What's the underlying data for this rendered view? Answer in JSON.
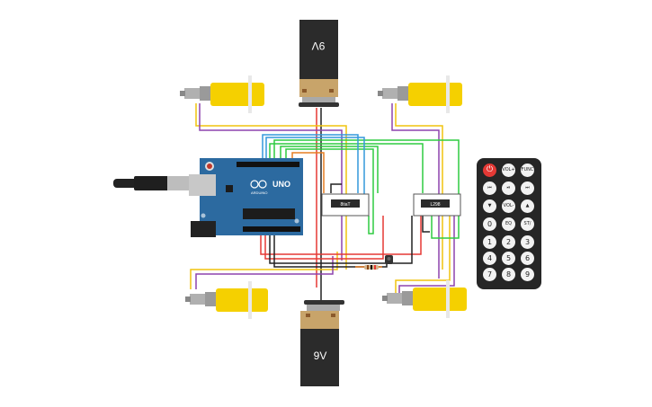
{
  "diagram": {
    "batteries": [
      {
        "id": "battery-top",
        "label": "9V",
        "rotated": true
      },
      {
        "id": "battery-bottom",
        "label": "9V",
        "rotated": false
      }
    ],
    "arduino": {
      "model": "UNO",
      "brand": "ARDUINO"
    },
    "motor_drivers": [
      {
        "id": "driver-left",
        "label": "8tiaT"
      },
      {
        "id": "driver-right",
        "label": "L298"
      }
    ],
    "motors": [
      "motor-top-left",
      "motor-top-right",
      "motor-bottom-left",
      "motor-bottom-right"
    ],
    "wire_colors": {
      "red": "#e53935",
      "black": "#222222",
      "yellow": "#f1c40f",
      "purple": "#8e44ad",
      "green": "#2ecc40",
      "blue": "#3498db",
      "orange": "#e67e22"
    },
    "remote": {
      "buttons": [
        {
          "name": "power-button",
          "label": "⏻"
        },
        {
          "name": "vol-up-button",
          "label": "VOL+"
        },
        {
          "name": "func-stop-button",
          "label": "FUNC STOP"
        },
        {
          "name": "rewind-button",
          "label": "⏮"
        },
        {
          "name": "play-pause-button",
          "label": "⏯"
        },
        {
          "name": "fast-forward-button",
          "label": "⏭"
        },
        {
          "name": "down-button",
          "label": "▼"
        },
        {
          "name": "vol-down-button",
          "label": "VOL-"
        },
        {
          "name": "up-button",
          "label": "▲"
        },
        {
          "name": "button-0",
          "label": "0"
        },
        {
          "name": "eq-button",
          "label": "EQ"
        },
        {
          "name": "st-rept-button",
          "label": "ST/ REPT"
        },
        {
          "name": "button-1",
          "label": "1"
        },
        {
          "name": "button-2",
          "label": "2"
        },
        {
          "name": "button-3",
          "label": "3"
        },
        {
          "name": "button-4",
          "label": "4"
        },
        {
          "name": "button-5",
          "label": "5"
        },
        {
          "name": "button-6",
          "label": "6"
        },
        {
          "name": "button-7",
          "label": "7"
        },
        {
          "name": "button-8",
          "label": "8"
        },
        {
          "name": "button-9",
          "label": "9"
        }
      ]
    }
  }
}
